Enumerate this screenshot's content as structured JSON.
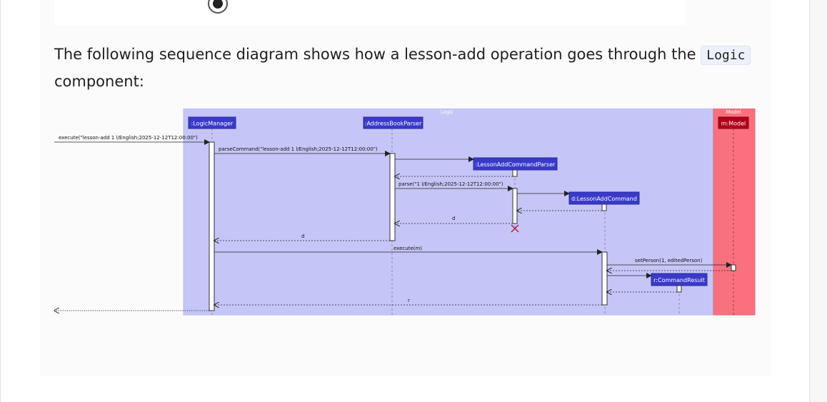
{
  "description": {
    "before": "The following sequence diagram shows how a lesson-add operation goes through the ",
    "code": "Logic",
    "after": " component:"
  },
  "diagram": {
    "boxes": {
      "logic": "Logic",
      "model": "Model"
    },
    "participants": {
      "logic_manager": ":LogicManager",
      "address_book_parser": ":AddressBookParser",
      "lesson_add_command_parser": ":LessonAddCommandParser",
      "lesson_add_command": "d:LessonAddCommand",
      "model": "m:Model",
      "command_result": "r:CommandResult"
    },
    "messages": {
      "execute": "execute(\"lesson-add 1 l/English;2025-12-12T12:00:00\")",
      "parse_command": "parseCommand(\"lesson-add 1 l/English;2025-12-12T12:00:00\")",
      "parse": "parse(\"1 l/English;2025-12-12T12:00:00\")",
      "return_d_inner": "d",
      "return_d_outer": "d",
      "execute_m": "execute(m)",
      "set_person": "setPerson(1, editedPerson)",
      "return_r": "r"
    },
    "colors": {
      "logic_box": "#c5c6f7",
      "model_box": "#f9717f",
      "participant_fill": "#3a3ac9",
      "model_participant_fill": "#b2001a"
    }
  }
}
